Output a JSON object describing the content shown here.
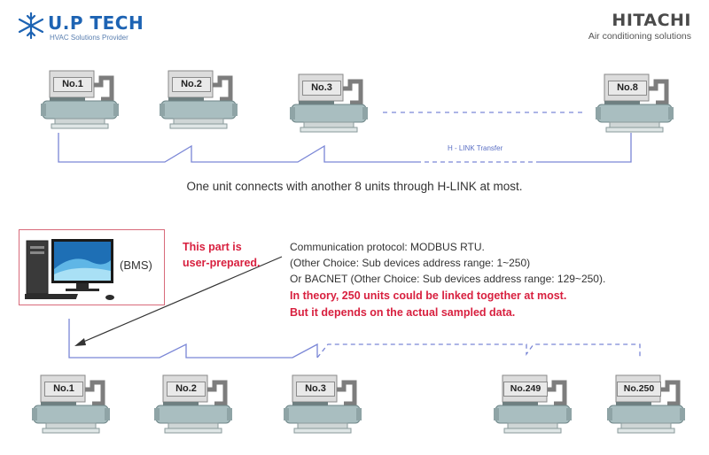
{
  "header": {
    "brand_left": "U.P TECH",
    "brand_left_tagline": "HVAC Solutions Provider",
    "brand_right": "HITACHI",
    "brand_right_tagline": "Air conditioning solutions"
  },
  "top_network": {
    "units": [
      "No.1",
      "No.2",
      "No.3",
      "No.8"
    ],
    "link_label": "H - LINK Transfer",
    "caption": "One unit connects with another 8 units through H-LINK at most."
  },
  "bms": {
    "label": "(BMS)",
    "note_line1": "This part is",
    "note_line2": "user-prepared."
  },
  "protocol": {
    "line1": "Communication protocol: MODBUS RTU.",
    "line2": "(Other Choice: Sub devices address range: 1~250)",
    "line3": "Or BACNET (Other Choice: Sub devices address range: 129~250).",
    "theory_line1": "In theory, 250 units could be linked together at most.",
    "theory_line2": "But it depends on the actual sampled data."
  },
  "bottom_network": {
    "units": [
      "No.1",
      "No.2",
      "No.3",
      "No.249",
      "No.250"
    ]
  },
  "colors": {
    "brand_blue": "#1d63b3",
    "accent_red": "#d8203f",
    "link_line": "#7a86d6",
    "chiller_body": "#a9bec0"
  }
}
